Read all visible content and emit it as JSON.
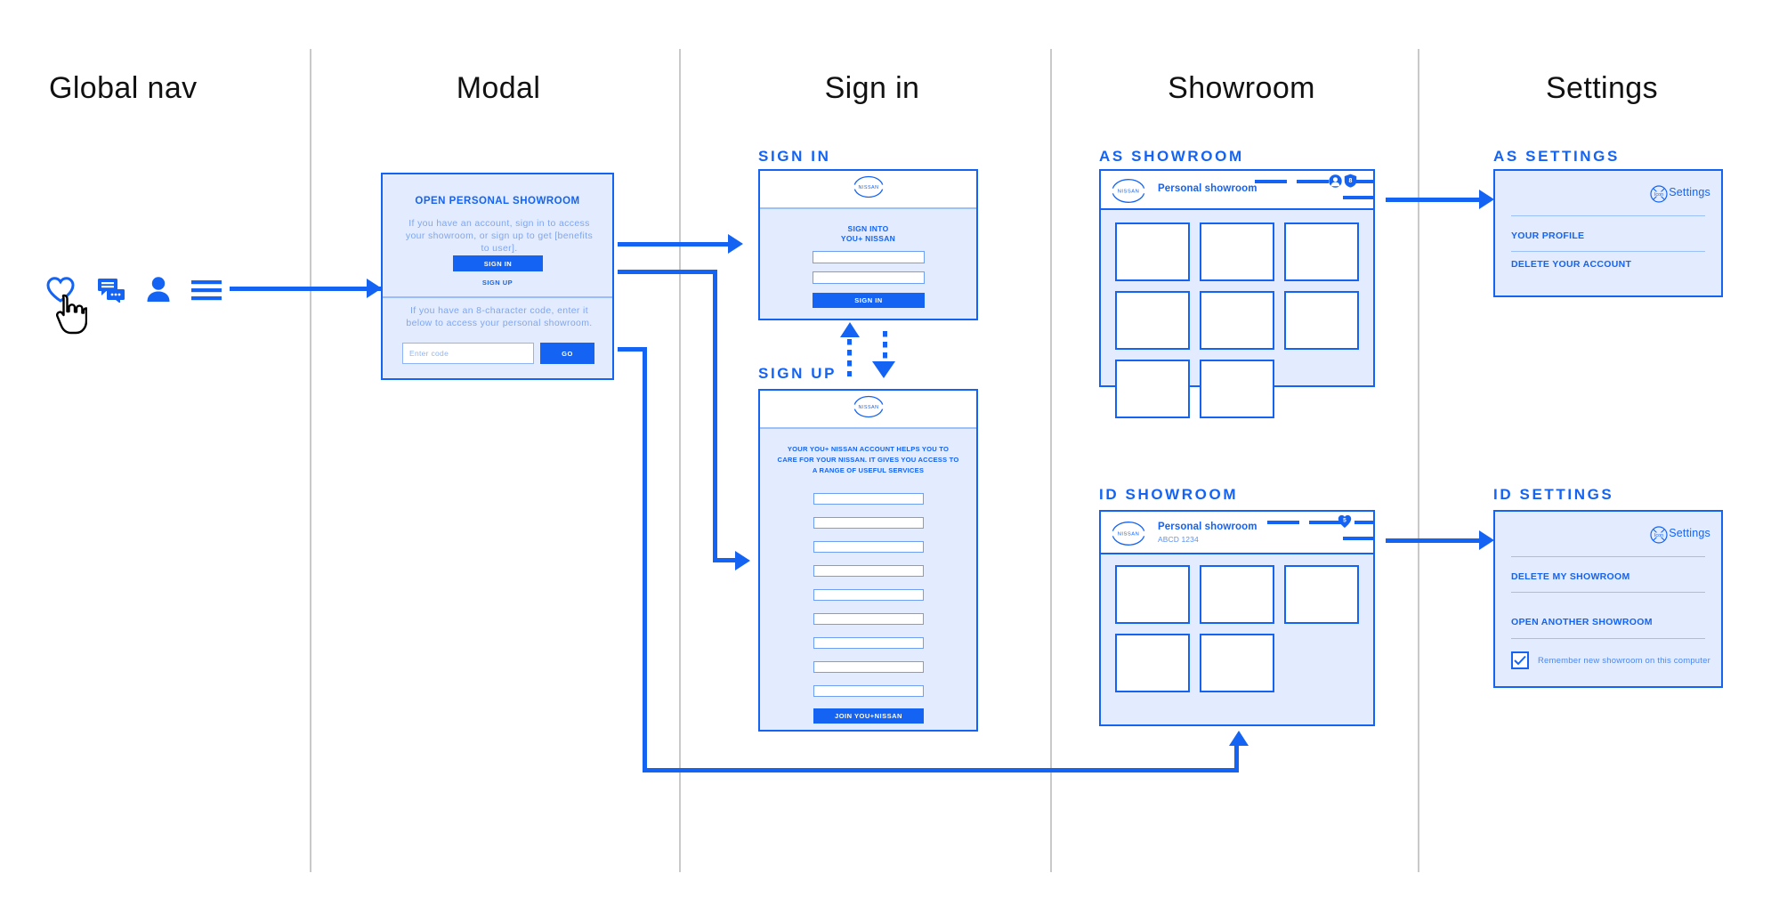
{
  "columns": [
    {
      "title": "Global nav"
    },
    {
      "title": "Modal"
    },
    {
      "title": "Sign in"
    },
    {
      "title": "Showroom"
    },
    {
      "title": "Settings"
    }
  ],
  "global_nav": {
    "icons": [
      {
        "name": "heart-icon",
        "label": "Favourites"
      },
      {
        "name": "chat-icon",
        "label": "Chat"
      },
      {
        "name": "person-icon",
        "label": "Account"
      },
      {
        "name": "hamburger-icon",
        "label": "Menu"
      }
    ],
    "cursor": "hand-pointer-cursor"
  },
  "modal": {
    "title": "OPEN PERSONAL SHOWROOM",
    "body": "If you have an account, sign in to access your showroom, or sign up to get [benefits to user].",
    "sign_in_label": "SIGN IN",
    "sign_up_label": "SIGN UP",
    "code_body": "If you have an 8-character code, enter it below to access your personal showroom.",
    "code_placeholder": "Enter code",
    "go_label": "GO"
  },
  "sign_in": {
    "section_label": "SIGN IN",
    "logo": "nissan-logo",
    "title_line1": "SIGN INTO",
    "title_line2": "YOU+ NISSAN",
    "fields": [
      "",
      ""
    ],
    "submit_label": "SIGN IN"
  },
  "sign_up": {
    "section_label": "SIGN UP",
    "logo": "nissan-logo",
    "copy_line1": "YOUR YOU+ NISSAN ACCOUNT HELPS YOU TO",
    "copy_line2": "CARE FOR YOUR NISSAN. IT GIVES YOU ACCESS TO",
    "copy_line3": "A RANGE OF USEFUL SERVICES",
    "field_count": 9,
    "submit_label": "JOIN YOU+NISSAN"
  },
  "as_showroom": {
    "section_label": "AS SHOWROOM",
    "logo": "nissan-logo",
    "title": "Personal showroom",
    "subtitle": "",
    "badge_icon": "shield-icon",
    "badge_count": "8",
    "account_icon": "person-icon",
    "card_count": 8
  },
  "id_showroom": {
    "section_label": "ID SHOWROOM",
    "logo": "nissan-logo",
    "title": "Personal showroom",
    "subtitle": "ABCD 1234",
    "badge_icon": "heart-icon",
    "badge_count": "5",
    "card_count": 5
  },
  "as_settings": {
    "section_label": "AS SETTINGS",
    "gear_icon": "icon",
    "gear_label": "Settings",
    "rows": [
      "YOUR PROFILE",
      "DELETE YOUR ACCOUNT"
    ]
  },
  "id_settings": {
    "section_label": "ID SETTINGS",
    "gear_icon": "icon",
    "gear_label": "Settings",
    "rows": [
      "DELETE MY SHOWROOM",
      "OPEN ANOTHER SHOWROOM"
    ],
    "checkbox_label": "Remember new showroom on this computer",
    "checkbox_checked": true
  },
  "colors": {
    "accent": "#1463f3",
    "panel_fill": "#e2ecfe",
    "muted_text": "#7ea6f4",
    "divider": "#c9c9c9"
  }
}
